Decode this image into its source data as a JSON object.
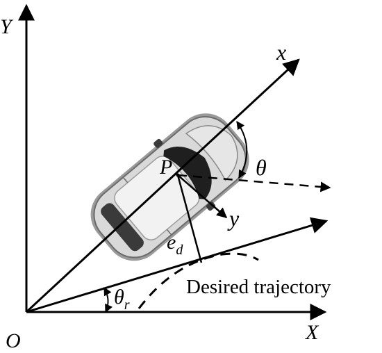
{
  "labels": {
    "axis_y": "Y",
    "axis_x": "X",
    "origin": "O",
    "body_x": "x",
    "body_y": "y",
    "point": "P",
    "heading_angle": "θ",
    "lateral_error": "e",
    "lateral_error_sub": "d",
    "ref_angle": "θ",
    "ref_angle_sub": "r",
    "trajectory": "Desired trajectory"
  },
  "colors": {
    "line": "#000000",
    "car_body": "#d9d9d9",
    "car_dark": "#1f1f1f",
    "car_outline": "#6b6b6b"
  }
}
